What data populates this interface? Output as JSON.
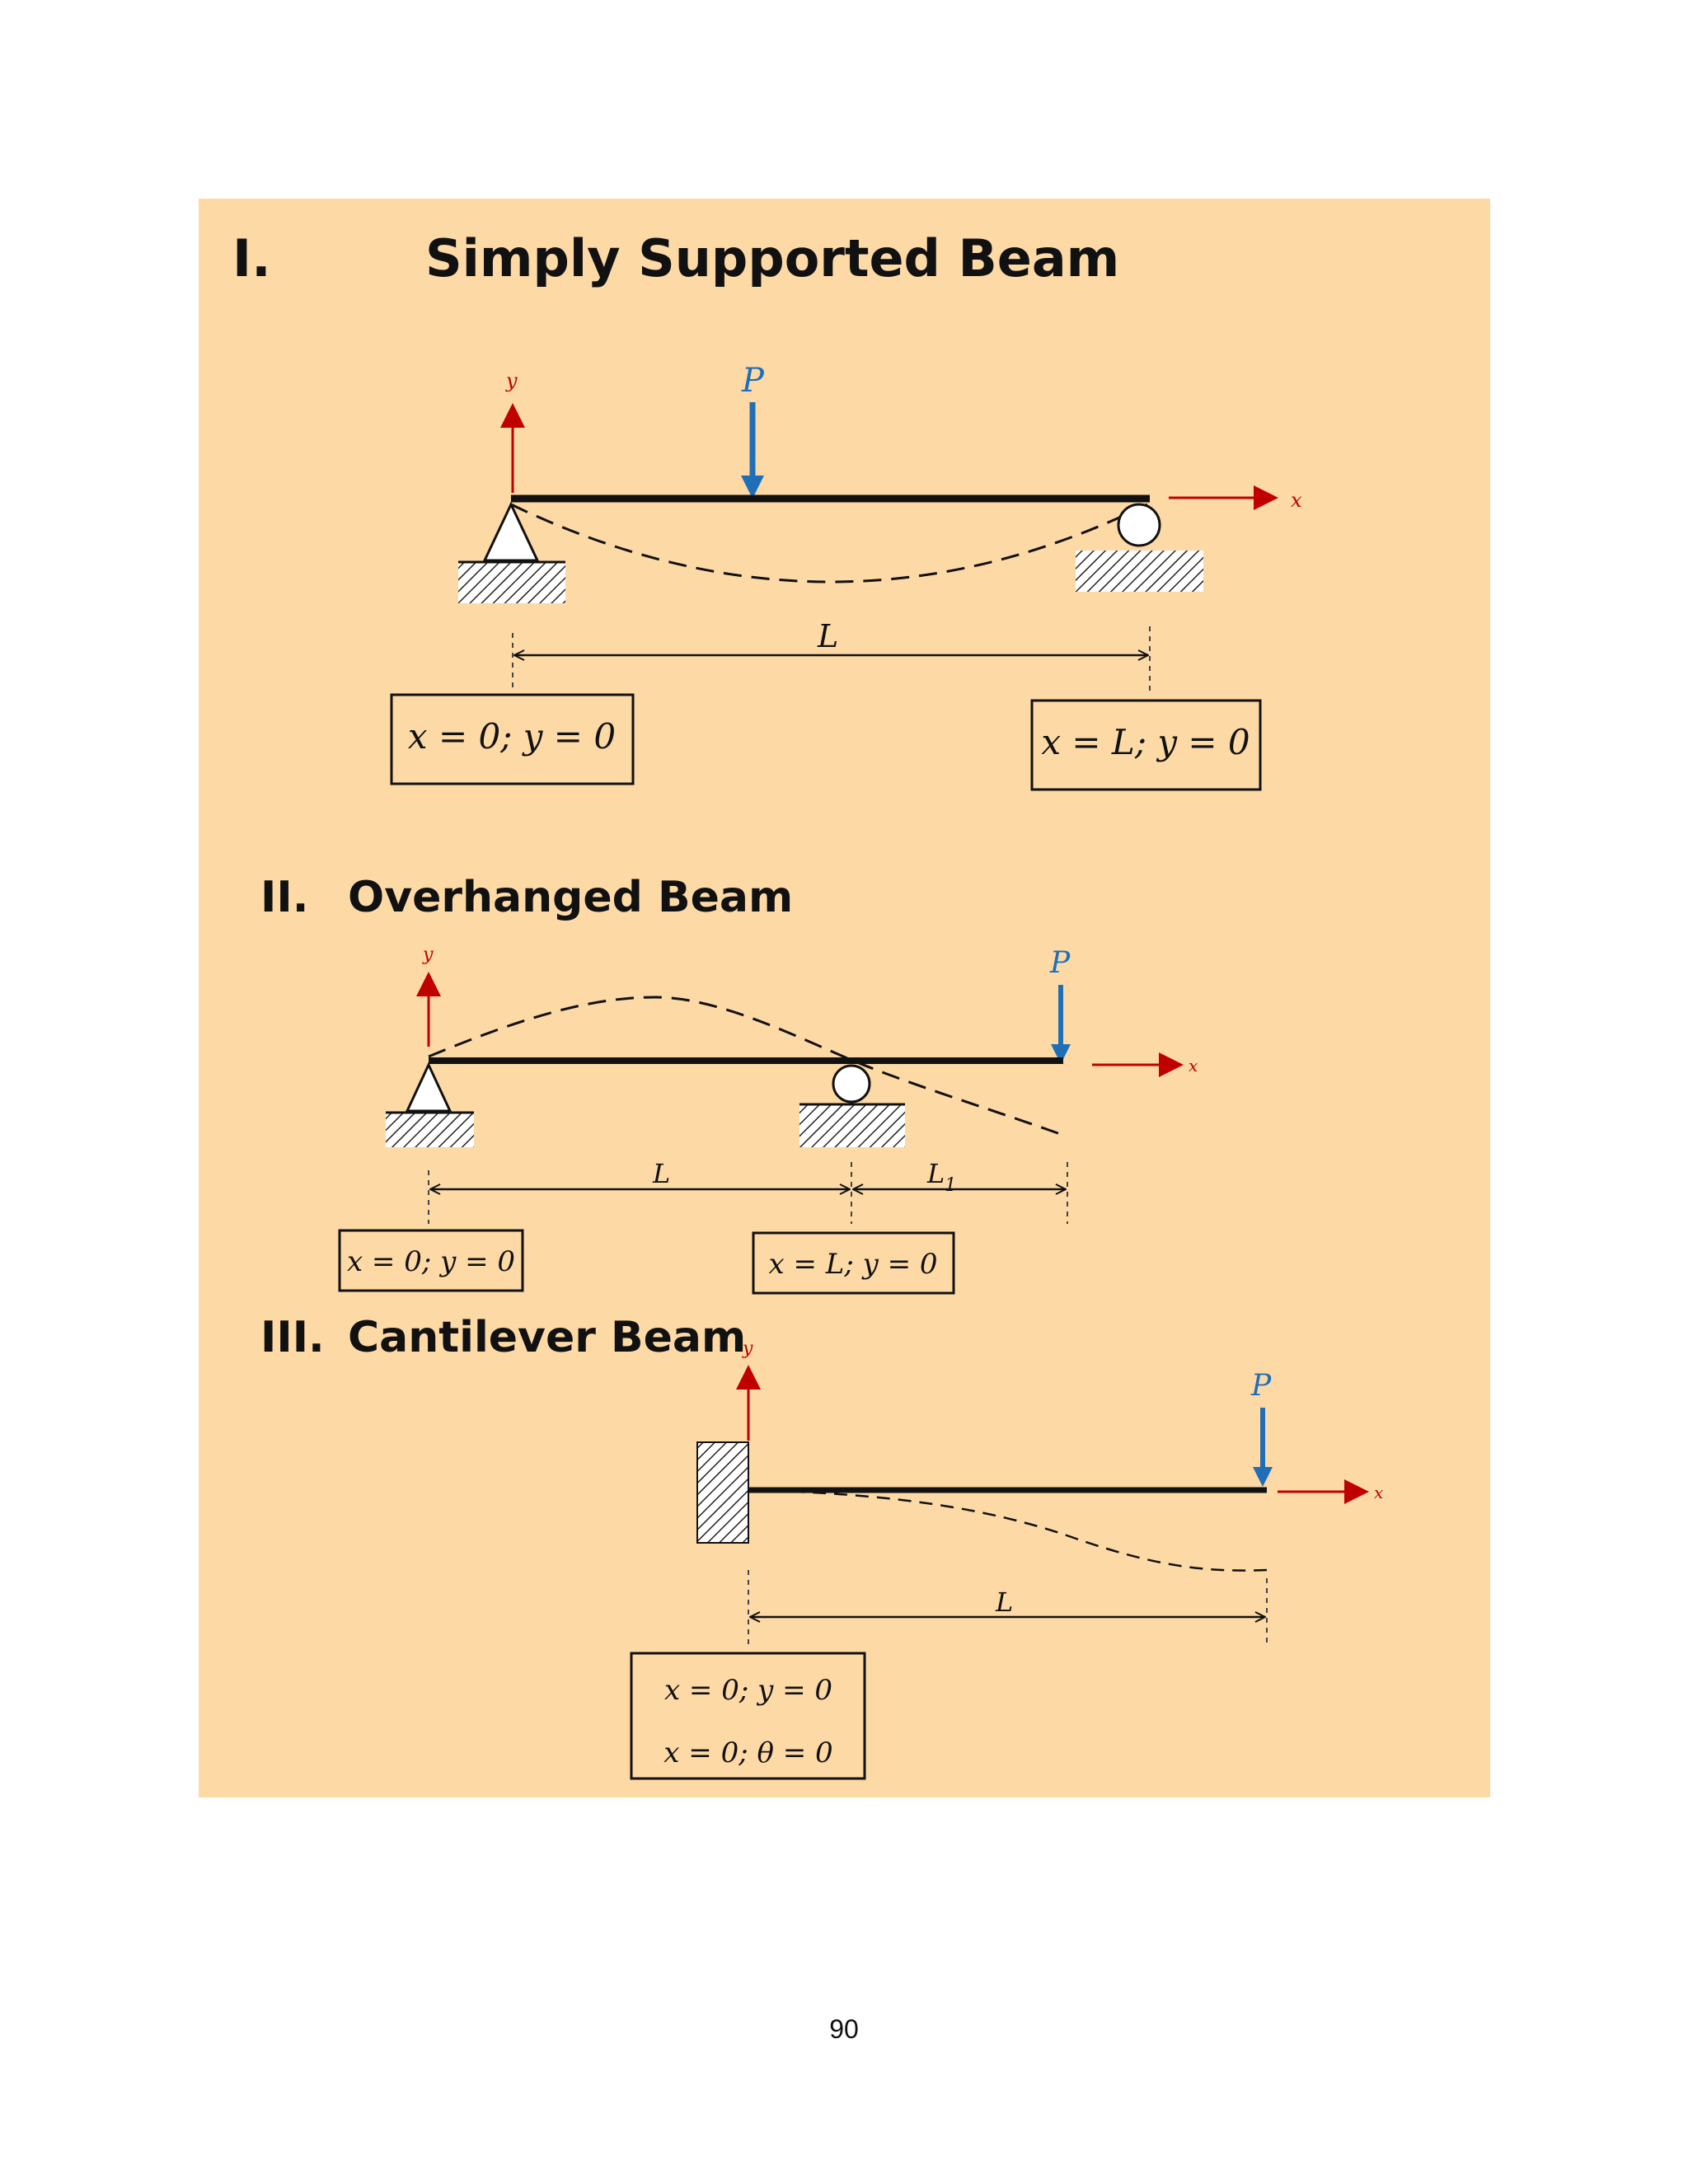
{
  "sections": {
    "simply": {
      "numeral": "I.",
      "title": "Simply Supported Beam",
      "load_label": "P",
      "y_axis": "y",
      "x_axis": "x",
      "span_label": "L",
      "left_condition": "x = 0; y = 0",
      "right_condition": "x = L; y = 0"
    },
    "overhanged": {
      "numeral": "II.",
      "title": "Overhanged Beam",
      "load_label": "P",
      "y_axis": "y",
      "x_axis": "x",
      "span_label": "L",
      "overhang_label": "L",
      "overhang_subscript": "1",
      "left_condition": "x = 0; y = 0",
      "right_condition": "x = L; y = 0"
    },
    "cantilever": {
      "numeral": "III.",
      "title": "Cantilever Beam",
      "load_label": "P",
      "y_axis": "y",
      "x_axis": "x",
      "span_label": "L",
      "condition_1": "x = 0; y = 0",
      "condition_2": "x = 0; θ = 0"
    }
  },
  "page_number": "90",
  "colors": {
    "panel": "#FDD9A6",
    "axis": "#C00000",
    "load": "#1F6FB8"
  }
}
